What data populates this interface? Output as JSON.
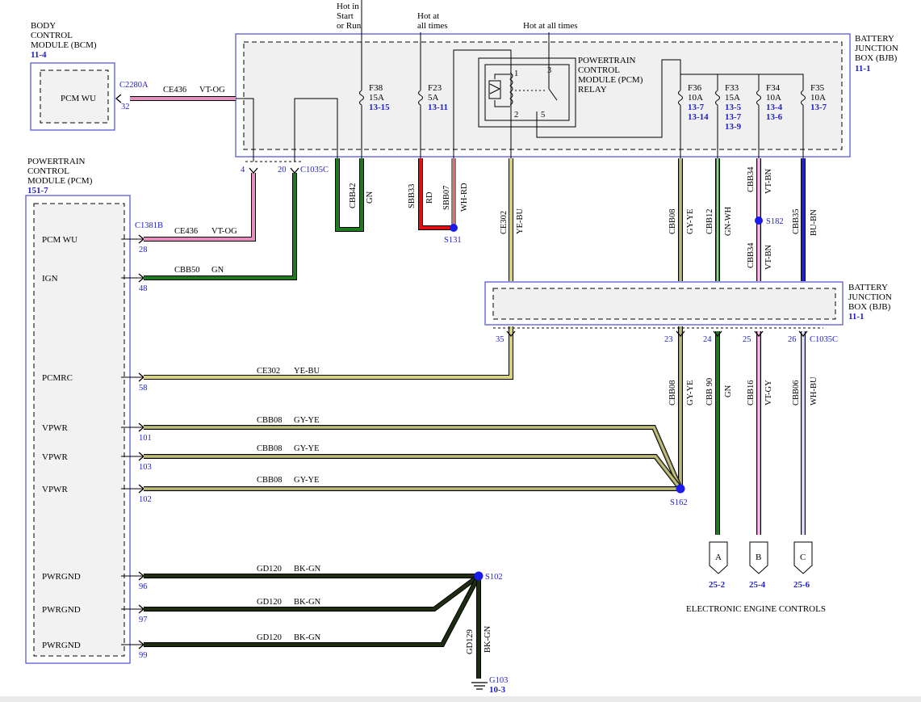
{
  "components": {
    "bcm": {
      "l1": "BODY",
      "l2": "CONTROL",
      "l3": "MODULE (BCM)",
      "ref": "11-4",
      "pin_label": "PCM WU",
      "connector": "C2280A",
      "pin": "32"
    },
    "pcm": {
      "l1": "POWERTRAIN",
      "l2": "CONTROL",
      "l3": "MODULE (PCM)",
      "ref": "151-7",
      "connector": "C1381B",
      "pins": [
        {
          "label": "PCM WU",
          "num": "28"
        },
        {
          "label": "IGN",
          "num": "48"
        },
        {
          "label": "PCMRC",
          "num": "58"
        },
        {
          "label": "VPWR",
          "num": "101"
        },
        {
          "label": "VPWR",
          "num": "103"
        },
        {
          "label": "VPWR",
          "num": "102"
        },
        {
          "label": "PWRGND",
          "num": "96"
        },
        {
          "label": "PWRGND",
          "num": "97"
        },
        {
          "label": "PWRGND",
          "num": "99"
        }
      ]
    },
    "bjb_top": {
      "l1": "BATTERY",
      "l2": "JUNCTION",
      "l3": "BOX (BJB)",
      "ref": "11-1",
      "connector": "C1035C",
      "pin_a": "4",
      "pin_b": "20"
    },
    "bjb_mid": {
      "l1": "BATTERY",
      "l2": "JUNCTION",
      "l3": "BOX (BJB)",
      "ref": "11-1",
      "connector": "C1035C",
      "pins": [
        "35",
        "23",
        "24",
        "25",
        "26"
      ]
    },
    "relay": {
      "l1": "POWERTRAIN",
      "l2": "CONTROL",
      "l3": "MODULE (PCM)",
      "l4": "RELAY",
      "t1": "1",
      "t2": "2",
      "t3": "3",
      "t5": "5"
    },
    "hot_labels": {
      "run_l1": "Hot in",
      "run_l2": "Start",
      "run_l3": "or Run",
      "at1_l1": "Hot at",
      "at1_l2": "all times",
      "at2": "Hot at all times"
    },
    "fuses": [
      {
        "name": "F38",
        "amp": "15A",
        "ref": "13-15"
      },
      {
        "name": "F23",
        "amp": "5A",
        "ref": "13-11"
      },
      {
        "name": "F36",
        "amp": "10A",
        "ref1": "13-7",
        "ref2": "13-14"
      },
      {
        "name": "F33",
        "amp": "15A",
        "ref1": "13-5",
        "ref2": "13-7",
        "ref3": "13-9"
      },
      {
        "name": "F34",
        "amp": "10A",
        "ref1": "13-4",
        "ref2": "13-6"
      },
      {
        "name": "F35",
        "amp": "10A",
        "ref1": "13-7"
      }
    ],
    "splices": {
      "s131": "S131",
      "s182": "S182",
      "s162": "S162",
      "s102": "S102"
    },
    "ground": {
      "name": "G103",
      "ref": "10-3"
    },
    "eec": {
      "title": "ELECTRONIC ENGINE CONTROLS",
      "a": "A",
      "b": "B",
      "c": "C",
      "ref_a": "25-2",
      "ref_b": "25-4",
      "ref_c": "25-6"
    }
  },
  "wires": {
    "ce436": {
      "circuit": "CE436",
      "color": "VT-OG"
    },
    "cbb50": {
      "circuit": "CBB50",
      "color": "GN"
    },
    "ce302": {
      "circuit": "CE302",
      "color": "YE-BU"
    },
    "cbb08": {
      "circuit": "CBB08",
      "color": "GY-YE"
    },
    "gd120": {
      "circuit": "GD120",
      "color": "BK-GN"
    },
    "gd129": {
      "circuit": "GD129",
      "color": "BK-GN"
    },
    "cbb42": {
      "circuit": "CBB42",
      "color": "GN"
    },
    "sbb33": {
      "circuit": "SBB33",
      "color": "RD"
    },
    "sbb07": {
      "circuit": "SBB07",
      "color": "WH-RD"
    },
    "cbb12": {
      "circuit": "CBB12",
      "color": "GN-WH"
    },
    "cbb34": {
      "circuit": "CBB34",
      "color": "VT-BN"
    },
    "cbb35": {
      "circuit": "CBB35",
      "color": "BU-BN"
    },
    "cbb90": {
      "circuit": "CBB 90",
      "color": "GN"
    },
    "cbb16": {
      "circuit": "CBB16",
      "color": "VT-GY"
    },
    "cbb06": {
      "circuit": "CBB06",
      "color": "WH-BU"
    }
  },
  "colors": {
    "pink": "#e58fbf",
    "green": "#1f7a1f",
    "yellow": "#d8d27a",
    "gy_ye": "#9a9a6a",
    "red": "#e01010",
    "blue": "#2222cc",
    "violet": "#d879c8",
    "lightblue": "#b8b8ee",
    "ground": "#1e2d12"
  }
}
